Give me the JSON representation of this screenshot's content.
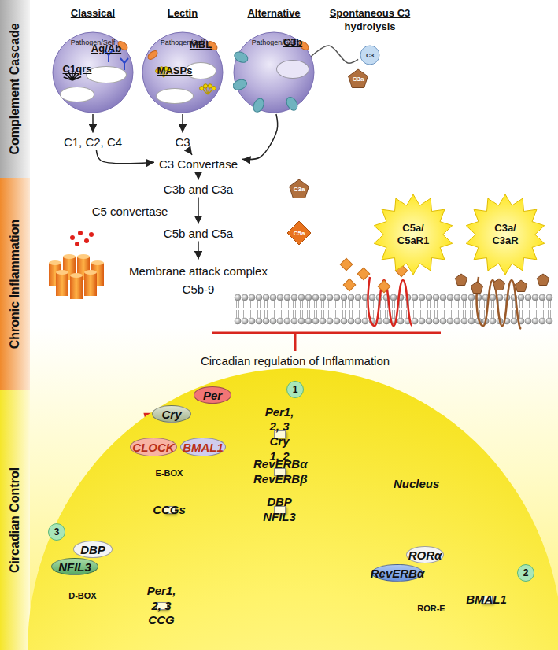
{
  "diagram": {
    "nodes": [
      {
        "text": [
          "Complement Cascade"
        ]
      },
      {
        "text": [
          "Chronic Inflammation"
        ]
      },
      {
        "text": [
          "Circadian Control"
        ]
      },
      {
        "text": [
          "Classical",
          "Pathogen/Self"
        ]
      },
      {
        "text": [
          "Ag/Ab"
        ],
        "in": 3
      },
      {
        "text": [
          "C1qrs"
        ],
        "in": 3
      },
      {
        "text": [
          "Lectin",
          "Pathogen/Self"
        ]
      },
      {
        "text": [
          "MBL"
        ],
        "in": 6
      },
      {
        "text": [
          "MASPs"
        ],
        "in": 6
      },
      {
        "text": [
          "Alternative",
          "Pathogen/Self"
        ]
      },
      {
        "text": [
          "C3b"
        ],
        "in": 9
      },
      {
        "text": [
          "C3"
        ]
      },
      {
        "text": [
          "C3a"
        ]
      },
      {
        "text": [
          "C1, C2, C4"
        ]
      },
      {
        "text": [
          "C3"
        ]
      },
      {
        "text": [
          "C3 Convertase"
        ]
      },
      {
        "text": [
          "C3b and C3a"
        ]
      },
      {
        "text": [
          "C3a"
        ]
      },
      {
        "text": [
          "C5b and C5a"
        ]
      },
      {
        "text": [
          "C5a"
        ]
      },
      {
        "text": [
          "Membrane attack complex",
          "C5b-9"
        ]
      },
      {
        "text": [
          "C5a/ C5aR1"
        ]
      },
      {
        "text": [
          "C3a/ C3aR"
        ]
      },
      {
        "text": [
          "Nucleus"
        ]
      },
      {
        "text": [
          "Per"
        ],
        "in": 23
      },
      {
        "text": [
          "Cry"
        ],
        "in": 23
      },
      {
        "text": [
          "CLOCK"
        ],
        "in": 23
      },
      {
        "text": [
          "BMAL1"
        ],
        "in": 23
      },
      {
        "text": [
          "Per1, 2, 3 Cry 1, 2"
        ],
        "in": 23
      },
      {
        "text": [
          "RevERBα RevERBβ"
        ],
        "in": 23
      },
      {
        "text": [
          "DBP NFIL3"
        ],
        "in": 23
      },
      {
        "text": [
          "CCGs"
        ],
        "in": 23
      },
      {
        "text": [
          "DBP"
        ],
        "in": 23
      },
      {
        "text": [
          "NFIL3"
        ],
        "in": 23
      },
      {
        "text": [
          "Per1, 2, 3 CCG"
        ],
        "in": 23
      },
      {
        "text": [
          "RORα"
        ],
        "in": 23
      },
      {
        "text": [
          "RevERBα"
        ],
        "in": 23
      },
      {
        "text": [
          "BMAL1"
        ],
        "in": 23
      }
    ],
    "edges": [
      {
        "from": 3,
        "to": 13,
        "arrow": "to"
      },
      {
        "from": 6,
        "to": 14,
        "arrow": "to"
      },
      {
        "from": 13,
        "to": 15,
        "arrow": "to"
      },
      {
        "from": 14,
        "to": 15,
        "arrow": "to"
      },
      {
        "from": 9,
        "to": 15,
        "arrow": "to"
      },
      {
        "from": 15,
        "to": 16,
        "arrow": "to"
      },
      {
        "from": 16,
        "to": 18,
        "arrow": "to",
        "label": "C5 convertase"
      },
      {
        "from": 18,
        "to": 20,
        "arrow": "to"
      },
      {
        "from": 10,
        "to": 11,
        "arrow": "none"
      },
      {
        "from": 25,
        "to": 26,
        "arrow": "to"
      },
      {
        "from": 27,
        "to": 28,
        "arrow": "to"
      },
      {
        "from": 27,
        "to": 29,
        "arrow": "to"
      },
      {
        "from": 27,
        "to": 30,
        "arrow": "to"
      },
      {
        "from": 27,
        "to": 31,
        "arrow": "to"
      }
    ],
    "labels": [
      "Spontaneous C3 hydrolysis",
      "Circadian regulation of Inflammation",
      "1",
      "2",
      "3",
      "E-BOX",
      "D-BOX",
      "ROR-E"
    ]
  }
}
